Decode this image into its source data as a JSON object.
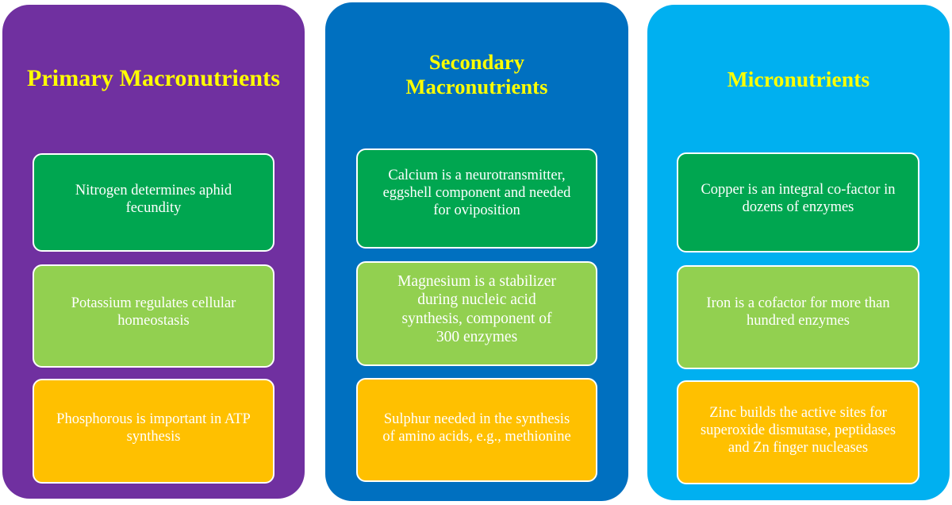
{
  "figure": {
    "background": "#ffffff",
    "title_color": "#ffff00",
    "card_text_color": "#ffffff",
    "card_border_color": "#ffffff"
  },
  "columns": [
    {
      "id": "primary-macronutrients",
      "title": "Primary Macronutrients",
      "color": "#7030a0",
      "cards": [
        {
          "nutrient": "Nitrogen",
          "text": "Nitrogen determines aphid\nfecundity",
          "color": "#00a650",
          "tier": "green"
        },
        {
          "nutrient": "Potassium",
          "text": "Potassium regulates  cellular\nhomeostasis",
          "color": "#92d050",
          "tier": "light-green"
        },
        {
          "nutrient": "Phosphorous",
          "text": "Phosphorous is important in ATP\nsynthesis",
          "color": "#ffc000",
          "tier": "orange"
        }
      ]
    },
    {
      "id": "secondary-macronutrients",
      "title": "Secondary\nMacronutrients",
      "color": "#0070c0",
      "cards": [
        {
          "nutrient": "Calcium",
          "text": "Calcium is a neurotransmitter,\neggshell  component and needed\nfor oviposition",
          "color": "#00a650",
          "tier": "green"
        },
        {
          "nutrient": "Magnesium",
          "text": "Magnesium   is a stabilizer\nduring  nucleic  acid\nsynthesis,  component  of\n300  enzymes",
          "color": "#92d050",
          "tier": "light-green"
        },
        {
          "nutrient": "Sulphur",
          "text": "Sulphur needed in the synthesis\nof amino acids, e.g., methionine",
          "color": "#ffc000",
          "tier": "orange"
        }
      ]
    },
    {
      "id": "micronutrients",
      "title": "Micronutrients",
      "color": "#00b0f0",
      "cards": [
        {
          "nutrient": "Copper",
          "text": "Copper is an integral  co-factor  in\ndozens of enzymes",
          "color": "#00a650",
          "tier": "green"
        },
        {
          "nutrient": "Iron",
          "text": "Iron is a cofactor for more than\nhundred enzymes",
          "color": "#92d050",
          "tier": "light-green"
        },
        {
          "nutrient": "Zinc",
          "text": "Zinc builds the active  sites for\nsuperoxide dismutase, peptidases\nand Zn finger  nucleases",
          "color": "#ffc000",
          "tier": "orange"
        }
      ]
    }
  ]
}
